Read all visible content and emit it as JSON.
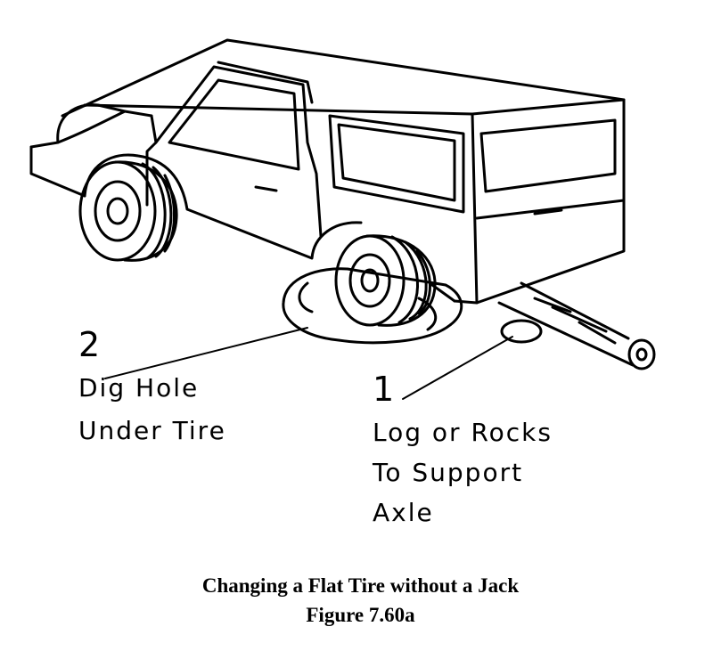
{
  "labels": {
    "step2": {
      "number": "2",
      "line1": "Dig Hole",
      "line2": "Under Tire"
    },
    "step1": {
      "number": "1",
      "line1": "Log or Rocks",
      "line2": "To Support",
      "line3": "Axle"
    }
  },
  "caption": {
    "title": "Changing a Flat Tire without a Jack",
    "figure": "Figure 7.60a"
  },
  "colors": {
    "ink": "#000000",
    "background": "#ffffff"
  }
}
